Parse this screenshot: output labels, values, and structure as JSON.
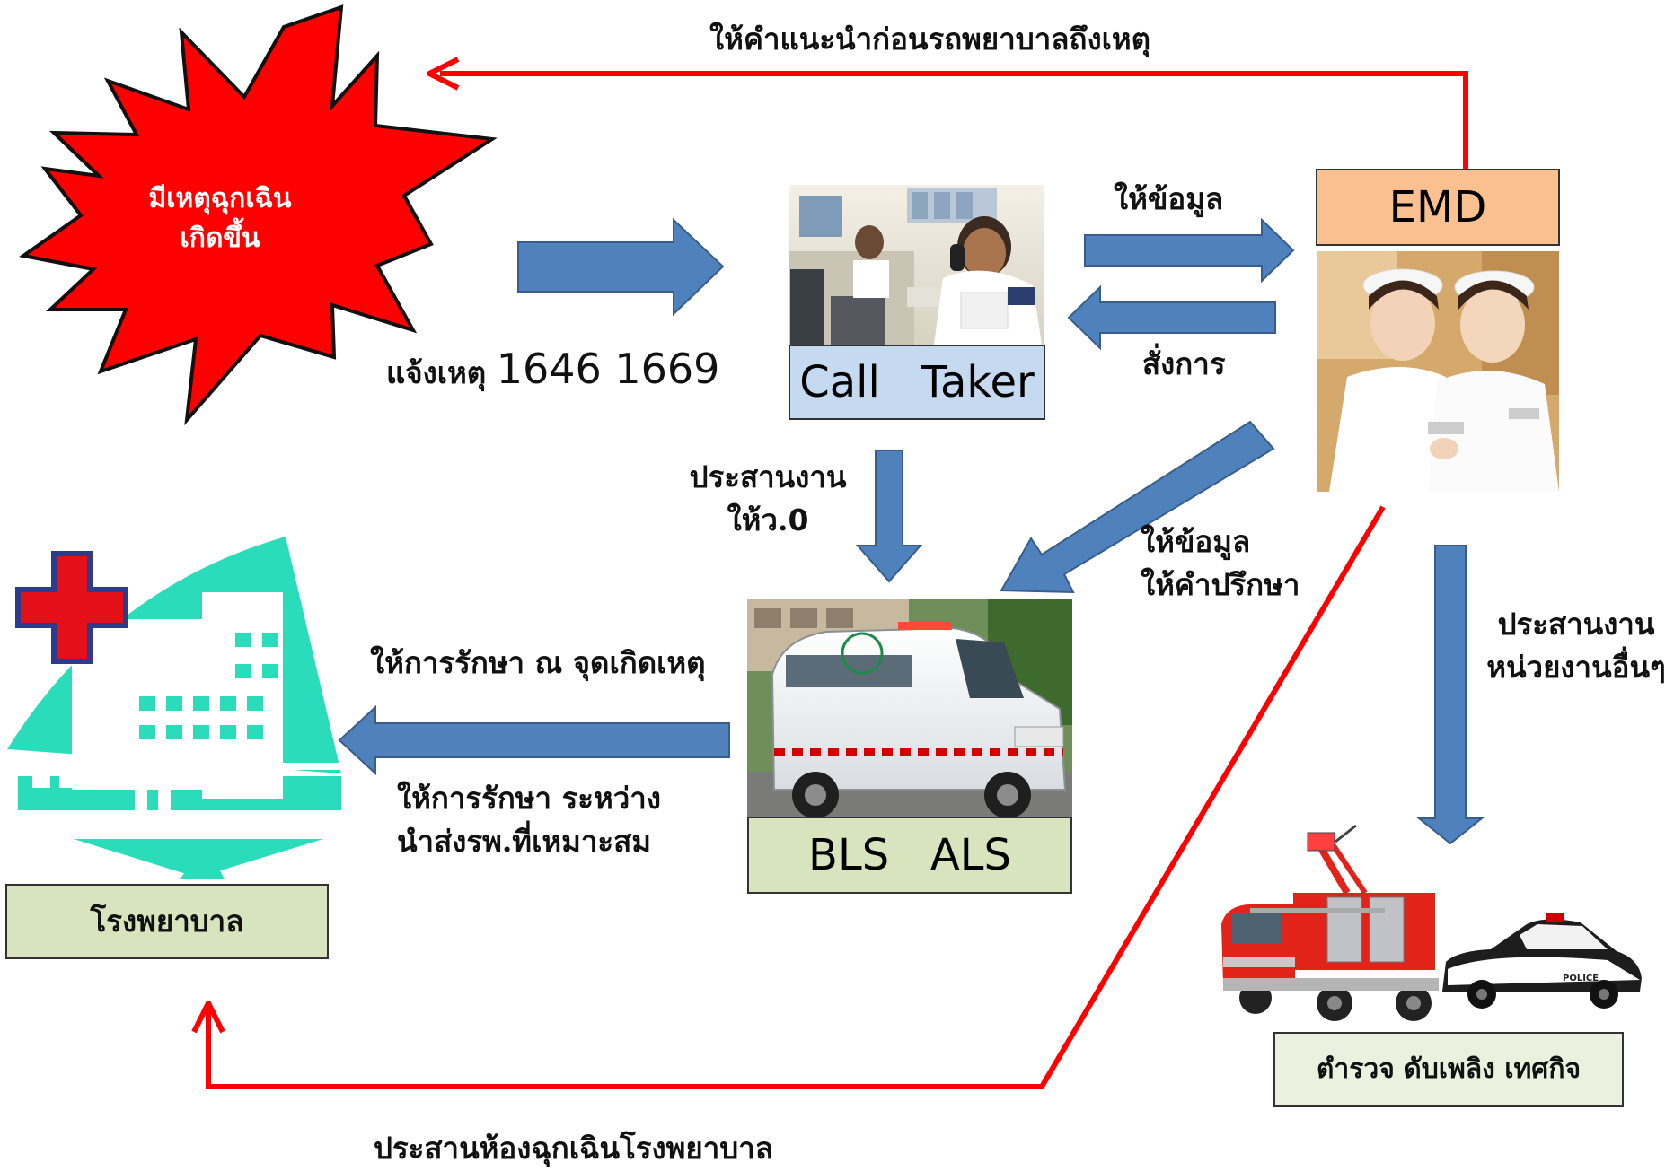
{
  "colors": {
    "flow_arrow": "#4f81bd",
    "red_line": "#ff0000",
    "burst_fill": "#ff0000",
    "call_taker_box": "#c5d9f1",
    "emd_box": "#fac090",
    "green_box": "#d7e4bd",
    "hospital_teal": "#2bdcbb"
  },
  "emergency": {
    "line1": "มีเหตุฉุกเฉิน",
    "line2": "เกิดขึ้น"
  },
  "report": {
    "prefix": "แจ้งเหตุ",
    "numbers": "1646 1669"
  },
  "advice_top": "ให้คำแนะนำก่อนรถพยาบาลถึงเหตุ",
  "call_taker": {
    "label": "Call   Taker"
  },
  "emd": {
    "label": "EMD"
  },
  "info_to_emd": "ให้ข้อมูล",
  "command": "สั่งการ",
  "coordinate_unit": {
    "line1": "ประสานงาน",
    "line2_prefix": "ให้ว.",
    "line2_code": "0"
  },
  "emd_to_unit": {
    "line1": "ให้ข้อมูล",
    "line2": "ให้คำปรึกษา"
  },
  "coordinate_others": {
    "line1": "ประสานงาน",
    "line2": "หน่วยงานอื่นๆ"
  },
  "unit": {
    "label": "BLS   ALS"
  },
  "treat_scene": "ให้การรักษา ณ จุดเกิดเหตุ",
  "treat_transport": {
    "line1": "ให้การรักษา ระหว่าง",
    "line2": "นำส่งรพ.ที่เหมาะสม"
  },
  "hospital": {
    "label": "โรงพยาบาล"
  },
  "agencies": {
    "label": "ตำรวจ ดับเพลิง เทศกิจ"
  },
  "police_car_text": "POLICE",
  "bottom_note": "ประสานห้องฉุกเฉินโรงพยาบาล",
  "icons": [
    "explosion-burst-icon",
    "hospital-building-icon",
    "red-cross-icon",
    "ambulance-icon",
    "fire-truck-icon",
    "police-car-icon",
    "nurses-photo",
    "call-center-photo"
  ]
}
